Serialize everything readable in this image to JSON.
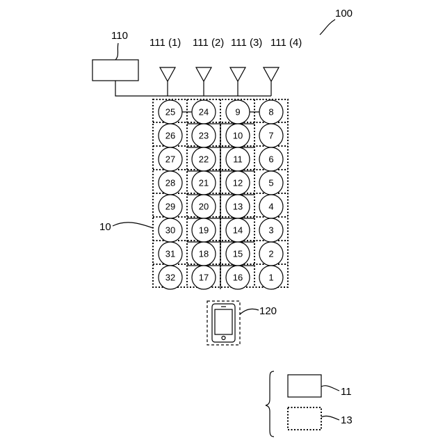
{
  "labels": {
    "system": "100",
    "controller": "110",
    "antennas": [
      "111 (1)",
      "111 (2)",
      "111 (3)",
      "111 (4)"
    ],
    "area": "10",
    "terminal": "120",
    "legend_solid": "11",
    "legend_dotted": "13"
  },
  "grid": {
    "rows": [
      [
        "25",
        "24",
        "9",
        "8"
      ],
      [
        "26",
        "23",
        "10",
        "7"
      ],
      [
        "27",
        "22",
        "11",
        "6"
      ],
      [
        "28",
        "21",
        "12",
        "5"
      ],
      [
        "29",
        "20",
        "13",
        "4"
      ],
      [
        "30",
        "19",
        "14",
        "3"
      ],
      [
        "31",
        "18",
        "15",
        "2"
      ],
      [
        "32",
        "17",
        "16",
        "1"
      ]
    ]
  }
}
